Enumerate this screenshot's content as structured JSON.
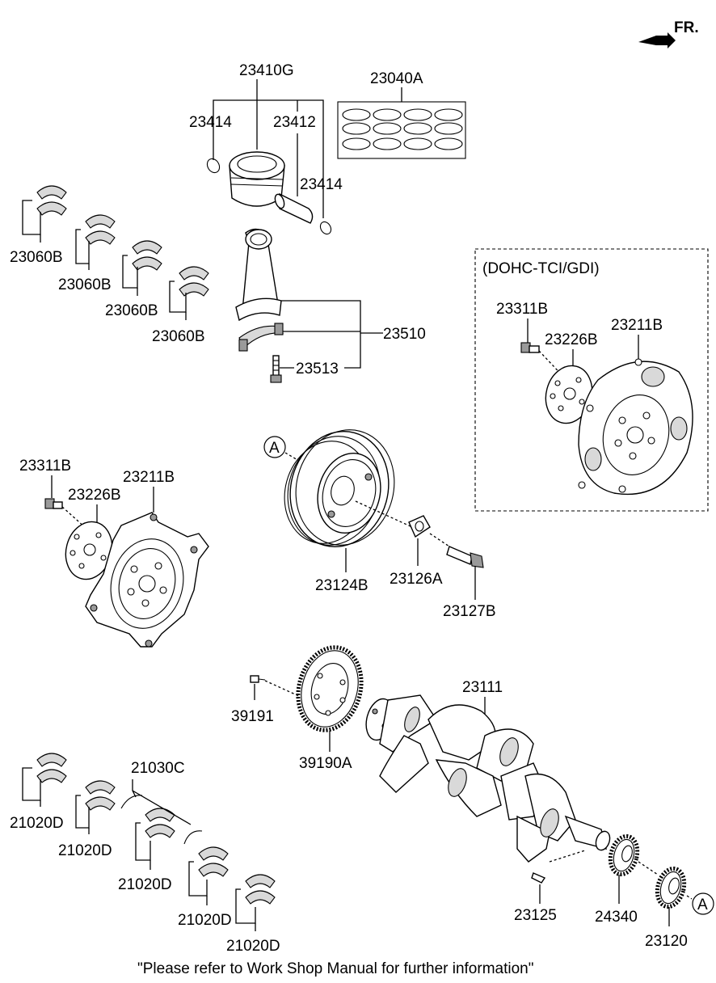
{
  "orientation": {
    "fr_label": "FR.",
    "icon": "arrow-front-icon"
  },
  "variant_box": {
    "title": "(DOHC-TCI/GDI)"
  },
  "circle_marker": "A",
  "footer_note": "\"Please refer to Work Shop Manual for further information\"",
  "parts": {
    "piston_assembly": "23410G",
    "piston_ring_set": "23040A",
    "snap_ring_left": "23414",
    "piston_pin": "23412",
    "snap_ring_right": "23414",
    "rod_bearing_1": "23060B",
    "rod_bearing_2": "23060B",
    "rod_bearing_3": "23060B",
    "rod_bearing_4": "23060B",
    "connecting_rod": "23510",
    "rod_bolt": "23513",
    "box_bolt": "23311B",
    "box_plate": "23226B",
    "box_flywheel": "23211B",
    "drive_bolt": "23311B",
    "drive_plate": "23226B",
    "drive_flywheel": "23211B",
    "damper_pulley": "23124B",
    "pulley_washer": "23126A",
    "pulley_bolt": "23127B",
    "ring_gear_bolt": "39191",
    "ring_gear": "39190A",
    "crankshaft": "23111",
    "thrust_bearing": "21030C",
    "main_bearing_1": "21020D",
    "main_bearing_2": "21020D",
    "main_bearing_3": "21020D",
    "main_bearing_4": "21020D",
    "main_bearing_5": "21020D",
    "woodruff_key": "23125",
    "timing_sprocket": "24340",
    "crank_sprocket": "23120"
  }
}
